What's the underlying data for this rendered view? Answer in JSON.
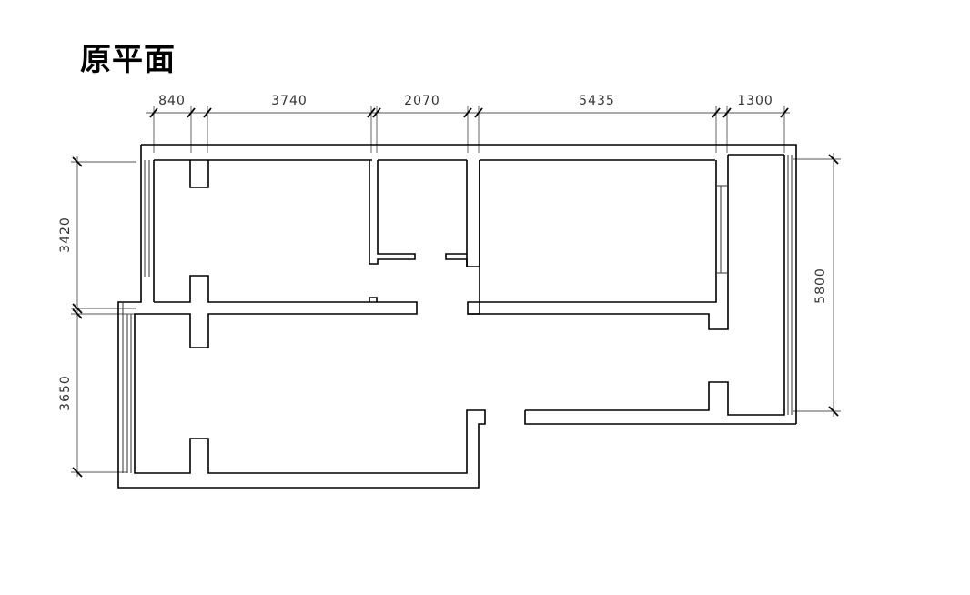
{
  "title": "原平面",
  "dimensions": {
    "top": [
      "840",
      "3740",
      "2070",
      "5435",
      "1300"
    ],
    "left_upper": "3420",
    "left_lower": "3650",
    "right": "5800"
  }
}
